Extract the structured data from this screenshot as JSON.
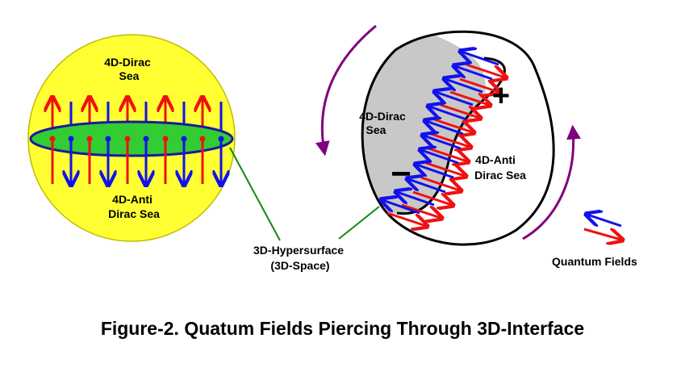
{
  "left_sphere": {
    "top_label": [
      "4D-Dirac",
      "Sea"
    ],
    "bottom_label": [
      "4D-Anti",
      "Dirac Sea"
    ]
  },
  "right_diagram": {
    "dirac_label": [
      "4D-Dirac",
      "Sea"
    ],
    "anti_label": [
      "4D-Anti",
      "Dirac Sea"
    ],
    "plus_sign": "+",
    "minus_sign": "−"
  },
  "hypersurface_label": [
    "3D-Hypersurface",
    "(3D-Space)"
  ],
  "legend_label": "Quantum Fields",
  "caption": "Figure-2. Quatum Fields Piercing Through 3D-Interface",
  "colors": {
    "sphere_fill": "#ffff33",
    "disk_fill": "#33cc33",
    "disk_edge": "#1a1aa0",
    "up_arrow": "#ee1111",
    "down_arrow": "#1111ee",
    "dirac_region": "#c8c8c8",
    "rotation_arrow": "#800080",
    "pointer_line": "#118811"
  },
  "icons": {
    "up_arrow": "red-up-arrow-icon",
    "down_arrow": "blue-down-arrow-icon",
    "rotation": "purple-rotation-arrow-icon"
  }
}
